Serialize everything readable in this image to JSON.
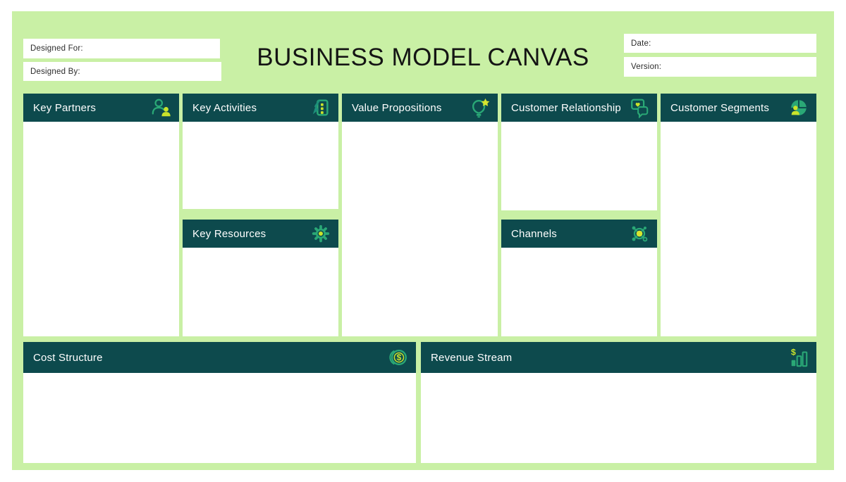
{
  "page": {
    "title": "BUSINESS MODEL CANVAS",
    "background_color": "#ffffff",
    "panel_color": "#c9f0a5",
    "header_color": "#0d4a4d",
    "accent_green": "#2aa876",
    "accent_yellow": "#c9e32b"
  },
  "meta_fields": {
    "designed_for": {
      "label": "Designed For:",
      "value": ""
    },
    "designed_by": {
      "label": "Designed By:",
      "value": ""
    },
    "date": {
      "label": "Date:",
      "value": ""
    },
    "version": {
      "label": "Version:",
      "value": ""
    }
  },
  "sections": [
    {
      "label": "Key Partners",
      "icon": "partners-people-icon",
      "content": ""
    },
    {
      "label": "Key Activities",
      "icon": "activities-checklist-icon",
      "content": ""
    },
    {
      "label": "Key Resources",
      "icon": "resources-gear-icon",
      "content": ""
    },
    {
      "label": "Value Propositions",
      "icon": "value-lightbulb-star-icon",
      "content": ""
    },
    {
      "label": "Customer Relationship",
      "icon": "relationship-chat-heart-icon",
      "content": ""
    },
    {
      "label": "Channels",
      "icon": "channels-network-icon",
      "content": ""
    },
    {
      "label": "Customer Segments",
      "icon": "segments-person-pie-icon",
      "content": ""
    },
    {
      "label": "Cost Structure",
      "icon": "cost-dollar-coin-icon",
      "content": ""
    },
    {
      "label": "Revenue Stream",
      "icon": "revenue-bar-chart-icon",
      "content": ""
    }
  ]
}
